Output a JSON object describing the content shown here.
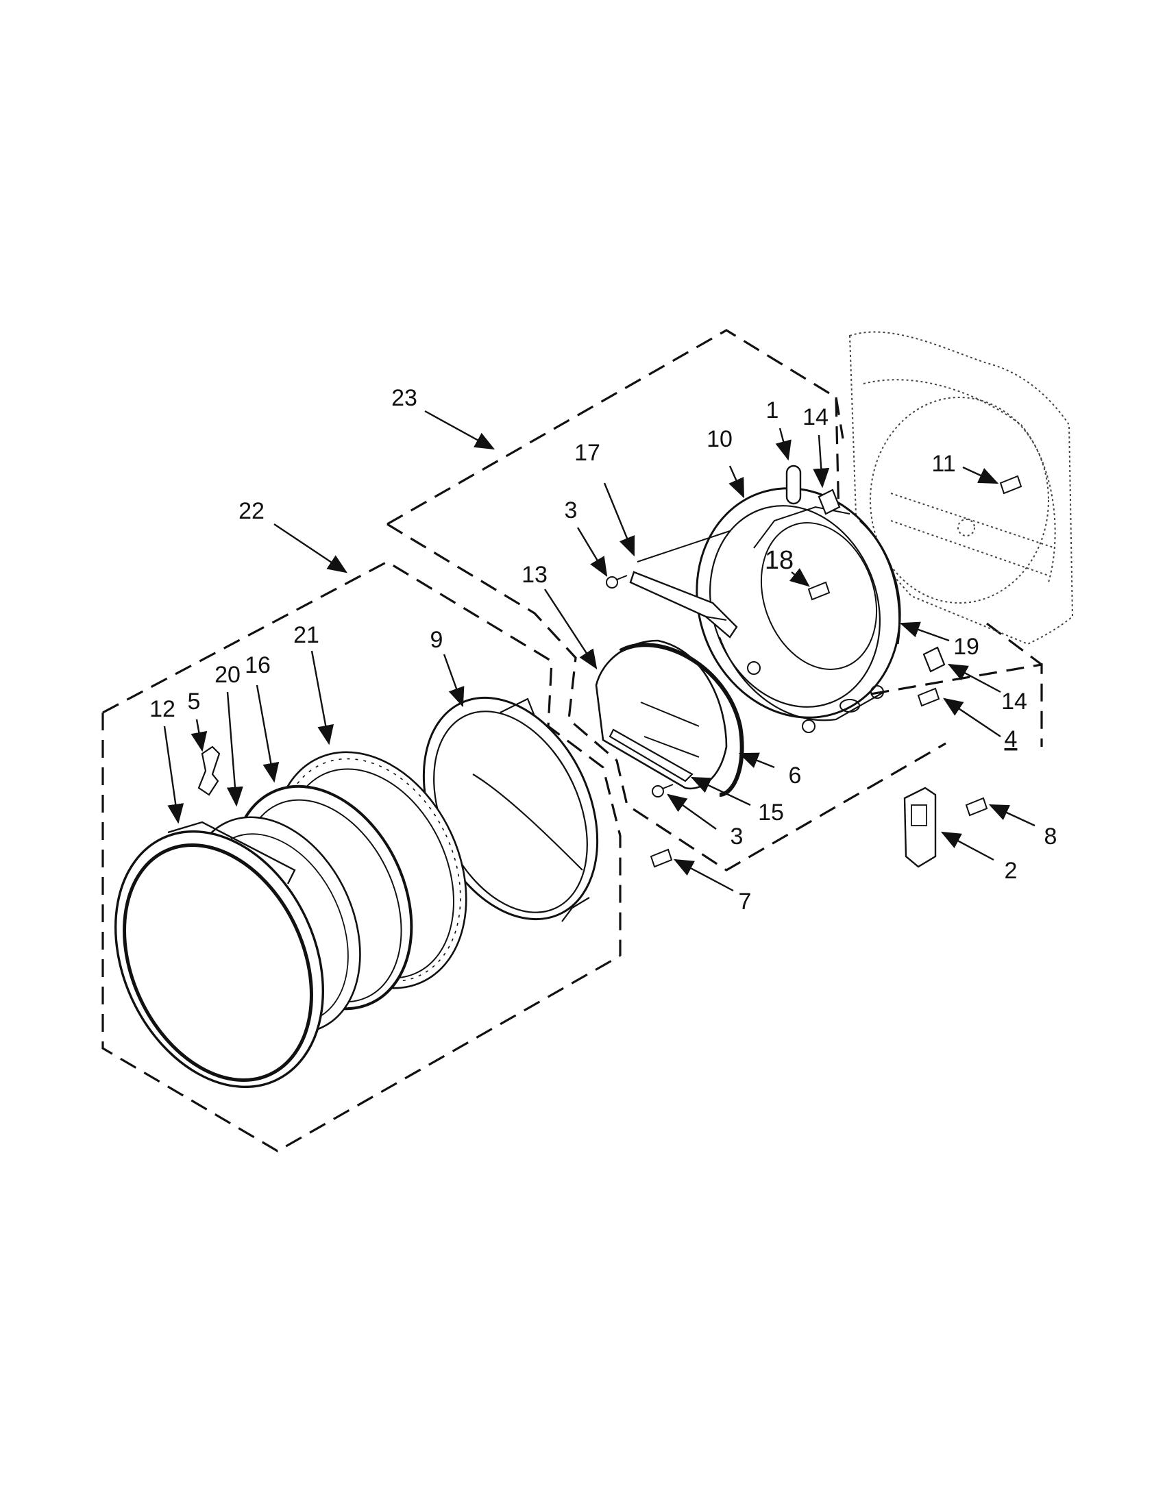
{
  "diagram": {
    "callouts": [
      {
        "id": "c23",
        "label": "23"
      },
      {
        "id": "c22",
        "label": "22"
      },
      {
        "id": "c17",
        "label": "17"
      },
      {
        "id": "c10",
        "label": "10"
      },
      {
        "id": "c1",
        "label": "1"
      },
      {
        "id": "c14a",
        "label": "14"
      },
      {
        "id": "c11",
        "label": "11"
      },
      {
        "id": "c3a",
        "label": "3"
      },
      {
        "id": "c13",
        "label": "13"
      },
      {
        "id": "c18",
        "label": "18"
      },
      {
        "id": "c19",
        "label": "19"
      },
      {
        "id": "c14b",
        "label": "14"
      },
      {
        "id": "c4",
        "label": "4"
      },
      {
        "id": "c9",
        "label": "9"
      },
      {
        "id": "c21",
        "label": "21"
      },
      {
        "id": "c16",
        "label": "16"
      },
      {
        "id": "c20",
        "label": "20"
      },
      {
        "id": "c5",
        "label": "5"
      },
      {
        "id": "c12",
        "label": "12"
      },
      {
        "id": "c6",
        "label": "6"
      },
      {
        "id": "c15",
        "label": "15"
      },
      {
        "id": "c3b",
        "label": "3"
      },
      {
        "id": "c7",
        "label": "7"
      },
      {
        "id": "c8",
        "label": "8"
      },
      {
        "id": "c2",
        "label": "2"
      }
    ]
  }
}
